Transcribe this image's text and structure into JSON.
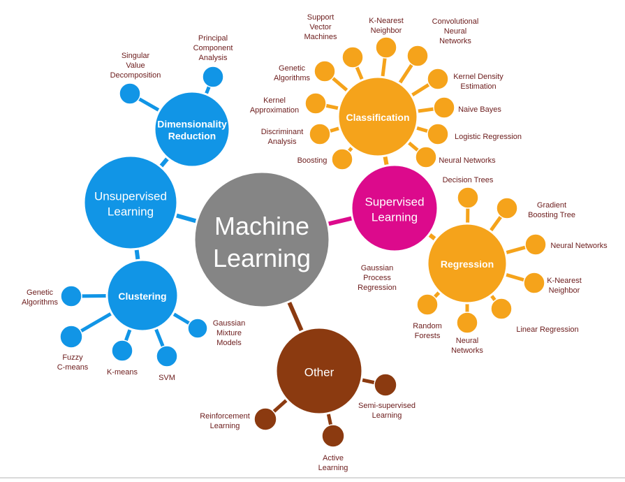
{
  "colors": {
    "center": "#858585",
    "unsupervised": "#1195e6",
    "supervised": "#dc0a8c",
    "supervised_subtree": "#f5a31b",
    "other": "#8b3a10",
    "leaf_text": "#6b1b1b",
    "link_unsupervised": "#1195e6",
    "link_supervised": "#f5a31b",
    "link_other": "#8b3a10",
    "link_main_supervised": "#dc0a8c"
  },
  "root": {
    "label_lines": [
      "Machine",
      "Learning"
    ]
  },
  "branches": {
    "unsupervised": {
      "label_lines": [
        "Unsupervised",
        "Learning"
      ]
    },
    "supervised": {
      "label_lines": [
        "Supervised",
        "Learning"
      ]
    },
    "other": {
      "label_lines": [
        "Other"
      ]
    },
    "dimensionality_reduction": {
      "label_lines": [
        "Dimensionality",
        "Reduction"
      ],
      "leaves": [
        {
          "label_lines": [
            "Singular",
            "Value",
            "Decomposition"
          ]
        },
        {
          "label_lines": [
            "Principal",
            "Component",
            "Analysis"
          ]
        }
      ]
    },
    "clustering": {
      "label_lines": [
        "Clustering"
      ],
      "leaves": [
        {
          "label_lines": [
            "Genetic",
            "Algorithms"
          ]
        },
        {
          "label_lines": [
            "Fuzzy",
            "C-means"
          ]
        },
        {
          "label_lines": [
            "K-means"
          ]
        },
        {
          "label_lines": [
            "SVM"
          ]
        },
        {
          "label_lines": [
            "Gaussian",
            "Mixture",
            "Models"
          ]
        }
      ]
    },
    "classification": {
      "label_lines": [
        "Classification"
      ],
      "leaves": [
        {
          "label_lines": [
            "Support",
            "Vector",
            "Machines"
          ]
        },
        {
          "label_lines": [
            "K-Nearest",
            "Neighbor"
          ]
        },
        {
          "label_lines": [
            "Convolutional",
            "Neural",
            "Networks"
          ]
        },
        {
          "label_lines": [
            "Kernel Density",
            "Estimation"
          ]
        },
        {
          "label_lines": [
            "Naive Bayes"
          ]
        },
        {
          "label_lines": [
            "Logistic Regression"
          ]
        },
        {
          "label_lines": [
            "Neural Networks"
          ]
        },
        {
          "label_lines": [
            "Boosting"
          ]
        },
        {
          "label_lines": [
            "Discriminant",
            "Analysis"
          ]
        },
        {
          "label_lines": [
            "Kernel",
            "Approximation"
          ]
        },
        {
          "label_lines": [
            "Genetic",
            "Algorithms"
          ]
        }
      ]
    },
    "regression": {
      "label_lines": [
        "Regression"
      ],
      "leaves": [
        {
          "label_lines": [
            "Decision Trees"
          ]
        },
        {
          "label_lines": [
            "Gradient",
            "Boosting Tree"
          ]
        },
        {
          "label_lines": [
            "Neural Networks"
          ]
        },
        {
          "label_lines": [
            "K-Nearest",
            "Neighbor"
          ]
        },
        {
          "label_lines": [
            "Linear Regression"
          ]
        },
        {
          "label_lines": [
            "Neural",
            "Networks"
          ]
        },
        {
          "label_lines": [
            "Random",
            "Forests"
          ]
        },
        {
          "label_lines": [
            "Gaussian",
            "Process",
            "Regression"
          ]
        }
      ]
    },
    "other_leaves": [
      {
        "label_lines": [
          "Reinforcement",
          "Learning"
        ]
      },
      {
        "label_lines": [
          "Active",
          "Learning"
        ]
      },
      {
        "label_lines": [
          "Semi-supervised",
          "Learning"
        ]
      }
    ]
  }
}
